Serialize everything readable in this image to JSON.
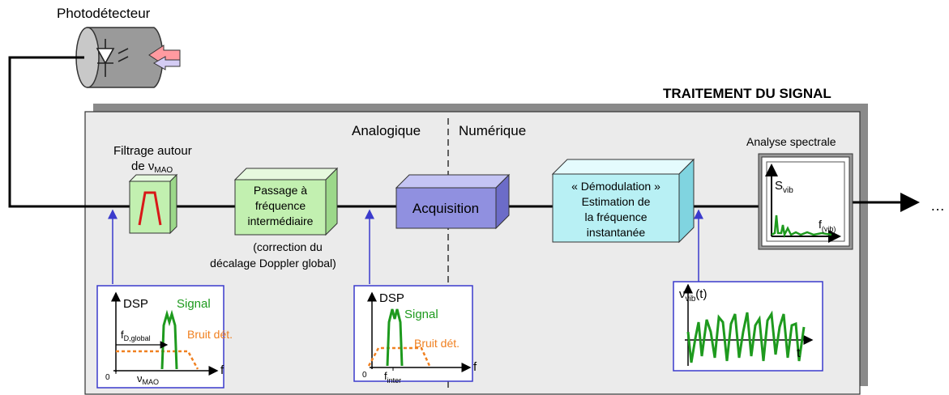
{
  "photodetector": {
    "label": "Photodétecteur"
  },
  "section_title": "TRAITEMENT DU SIGNAL",
  "domains": {
    "analog": "Analogique",
    "digital": "Numérique"
  },
  "blocks": {
    "filter": {
      "title_line1": "Filtrage autour",
      "title_line2": "de ν",
      "title_sub": "MAO"
    },
    "if": {
      "line1": "Passage à",
      "line2": "fréquence",
      "line3": "intermédiaire",
      "note1": "(correction du",
      "note2": "décalage Doppler global)"
    },
    "acq": {
      "label": "Acquisition"
    },
    "demod": {
      "line1": "« Démodulation »",
      "line2": "Estimation de",
      "line3": "la fréquence",
      "line4": "instantanée"
    },
    "spectral": {
      "title": "Analyse spectrale",
      "y": "S",
      "y_sub": "vib",
      "x": "f",
      "x_sub": "(vib)"
    }
  },
  "output_ellipsis": "…",
  "inset1": {
    "ylabel": "DSP",
    "signal": "Signal",
    "noise": "Bruit dét.",
    "xlabel": "f",
    "zero": "0",
    "shift": "f",
    "shift_sub": "D,global",
    "freq": "ν",
    "freq_sub": "MAO"
  },
  "inset2": {
    "ylabel": "DSP",
    "signal": "Signal",
    "noise": "Bruit dét.",
    "xlabel": "f",
    "zero": "0",
    "freq": "f",
    "freq_sub": "inter"
  },
  "inset3": {
    "ylabel": "ν",
    "ylabel_sub": "vib",
    "ylabel_suffix": "(t)",
    "xlabel": "t"
  },
  "colors": {
    "signal": "#1e9a1e",
    "noise": "#f08020",
    "connector": "#3a3acc",
    "filter_box": "#c2f0b0",
    "if_box": "#c2f0b0",
    "acq_box": "#9090e0",
    "demod_box": "#b8f0f4",
    "panel": "#ebebeb"
  }
}
